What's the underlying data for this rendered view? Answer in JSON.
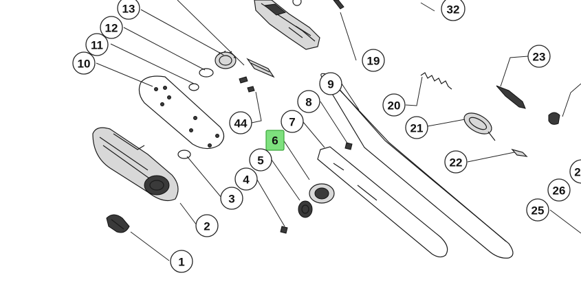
{
  "diagram": {
    "highlight_color": "#7ee07e",
    "highlight_border": "#3aa83a",
    "callouts": [
      {
        "id": "c13",
        "label": "13"
      },
      {
        "id": "c12",
        "label": "12"
      },
      {
        "id": "c11",
        "label": "11"
      },
      {
        "id": "c10",
        "label": "10"
      },
      {
        "id": "c32",
        "label": "32"
      },
      {
        "id": "c19",
        "label": "19"
      },
      {
        "id": "c23",
        "label": "23"
      },
      {
        "id": "c9",
        "label": "9"
      },
      {
        "id": "c8",
        "label": "8"
      },
      {
        "id": "c20",
        "label": "20"
      },
      {
        "id": "c44",
        "label": "44"
      },
      {
        "id": "c7",
        "label": "7"
      },
      {
        "id": "c21",
        "label": "21"
      },
      {
        "id": "c6",
        "label": "6"
      },
      {
        "id": "c5",
        "label": "5"
      },
      {
        "id": "c22",
        "label": "22"
      },
      {
        "id": "c4",
        "label": "4"
      },
      {
        "id": "c27",
        "label": "2"
      },
      {
        "id": "c26",
        "label": "26"
      },
      {
        "id": "c3",
        "label": "3"
      },
      {
        "id": "c25",
        "label": "25"
      },
      {
        "id": "c2",
        "label": "2"
      },
      {
        "id": "c1",
        "label": "1"
      }
    ]
  }
}
